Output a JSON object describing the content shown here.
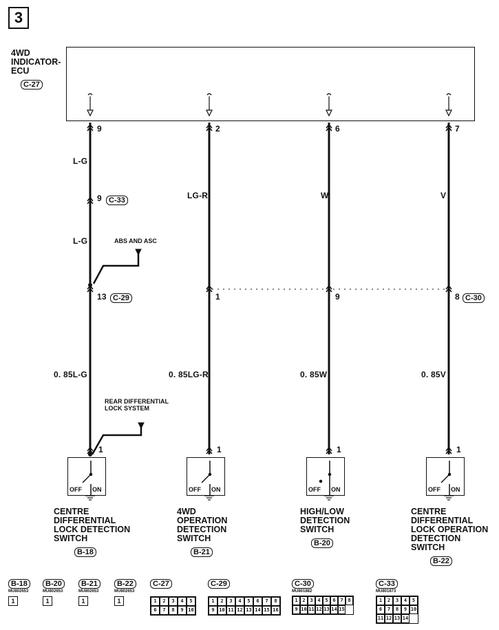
{
  "page_number": "3",
  "ecu": {
    "name_lines": [
      "4WD",
      "INDICATOR-",
      "ECU"
    ],
    "connector": "C-27"
  },
  "circuits": [
    {
      "id": "c1",
      "ecu_pin": "9",
      "wire_upper": "L-G",
      "inline_pin": "9",
      "inline_connector": "C-33",
      "wire_mid": "L-G",
      "branch_upper": "ABS AND ASC",
      "junction_pin": "13",
      "junction_connector": "C-29",
      "wire_lower": "0. 85L-G",
      "branch_lower_lines": [
        "REAR DIFFERENTIAL",
        "LOCK SYSTEM"
      ],
      "switch_pin": "1",
      "switch_name_lines": [
        "CENTRE",
        "DIFFERENTIAL",
        "LOCK DETECTION",
        "SWITCH"
      ],
      "switch_connector": "B-18"
    },
    {
      "id": "c2",
      "ecu_pin": "2",
      "wire_upper": "LG-R",
      "junction_pin": "1",
      "wire_lower": "0. 85LG-R",
      "switch_pin": "1",
      "switch_name_lines": [
        "4WD",
        "OPERATION",
        "DETECTION",
        "SWITCH"
      ],
      "switch_connector": "B-21"
    },
    {
      "id": "c3",
      "ecu_pin": "6",
      "wire_upper": "W",
      "junction_pin": "9",
      "wire_lower": "0. 85W",
      "switch_pin": "1",
      "switch_name_lines": [
        "HIGH/LOW",
        "DETECTION",
        "SWITCH"
      ],
      "switch_connector": "B-20"
    },
    {
      "id": "c4",
      "ecu_pin": "7",
      "wire_upper": "V",
      "junction_pin": "8",
      "junction_connector": "C-30",
      "wire_lower": "0. 85V",
      "switch_pin": "1",
      "switch_name_lines": [
        "CENTRE",
        "DIFFERENTIAL",
        "LOCK OPERATION",
        "DETECTION",
        "SWITCH"
      ],
      "switch_connector": "B-22"
    }
  ],
  "switch_states": {
    "off": "OFF",
    "on": "ON"
  },
  "connector_legend": [
    {
      "name": "B-18",
      "part": "MU802653",
      "pins": [
        "1"
      ]
    },
    {
      "name": "B-20",
      "part": "MU802653",
      "pins": [
        "1"
      ]
    },
    {
      "name": "B-21",
      "part": "MU802653",
      "pins": [
        "1"
      ]
    },
    {
      "name": "B-22",
      "part": "MU802653",
      "pins": [
        "1"
      ]
    },
    {
      "name": "C-27",
      "part": "",
      "pins": [
        "1",
        "2",
        "3",
        "4",
        "5",
        "6",
        "7",
        "8",
        "9",
        "10"
      ]
    },
    {
      "name": "C-29",
      "part": "",
      "pins": [
        "1",
        "2",
        "3",
        "4",
        "5",
        "6",
        "7",
        "8",
        "9",
        "10",
        "11",
        "12",
        "13",
        "14",
        "15",
        "16"
      ]
    },
    {
      "name": "C-30",
      "part": "MU801882",
      "pins": [
        "1",
        "2",
        "3",
        "4",
        "5",
        "6",
        "7",
        "8",
        "9",
        "10",
        "11",
        "12",
        "13",
        "14",
        "15"
      ]
    },
    {
      "name": "C-33",
      "part": "MU801873",
      "pins": [
        "1",
        "2",
        "3",
        "4",
        "5",
        "6",
        "7",
        "8",
        "9",
        "10",
        "11",
        "12",
        "13",
        "14"
      ]
    }
  ]
}
